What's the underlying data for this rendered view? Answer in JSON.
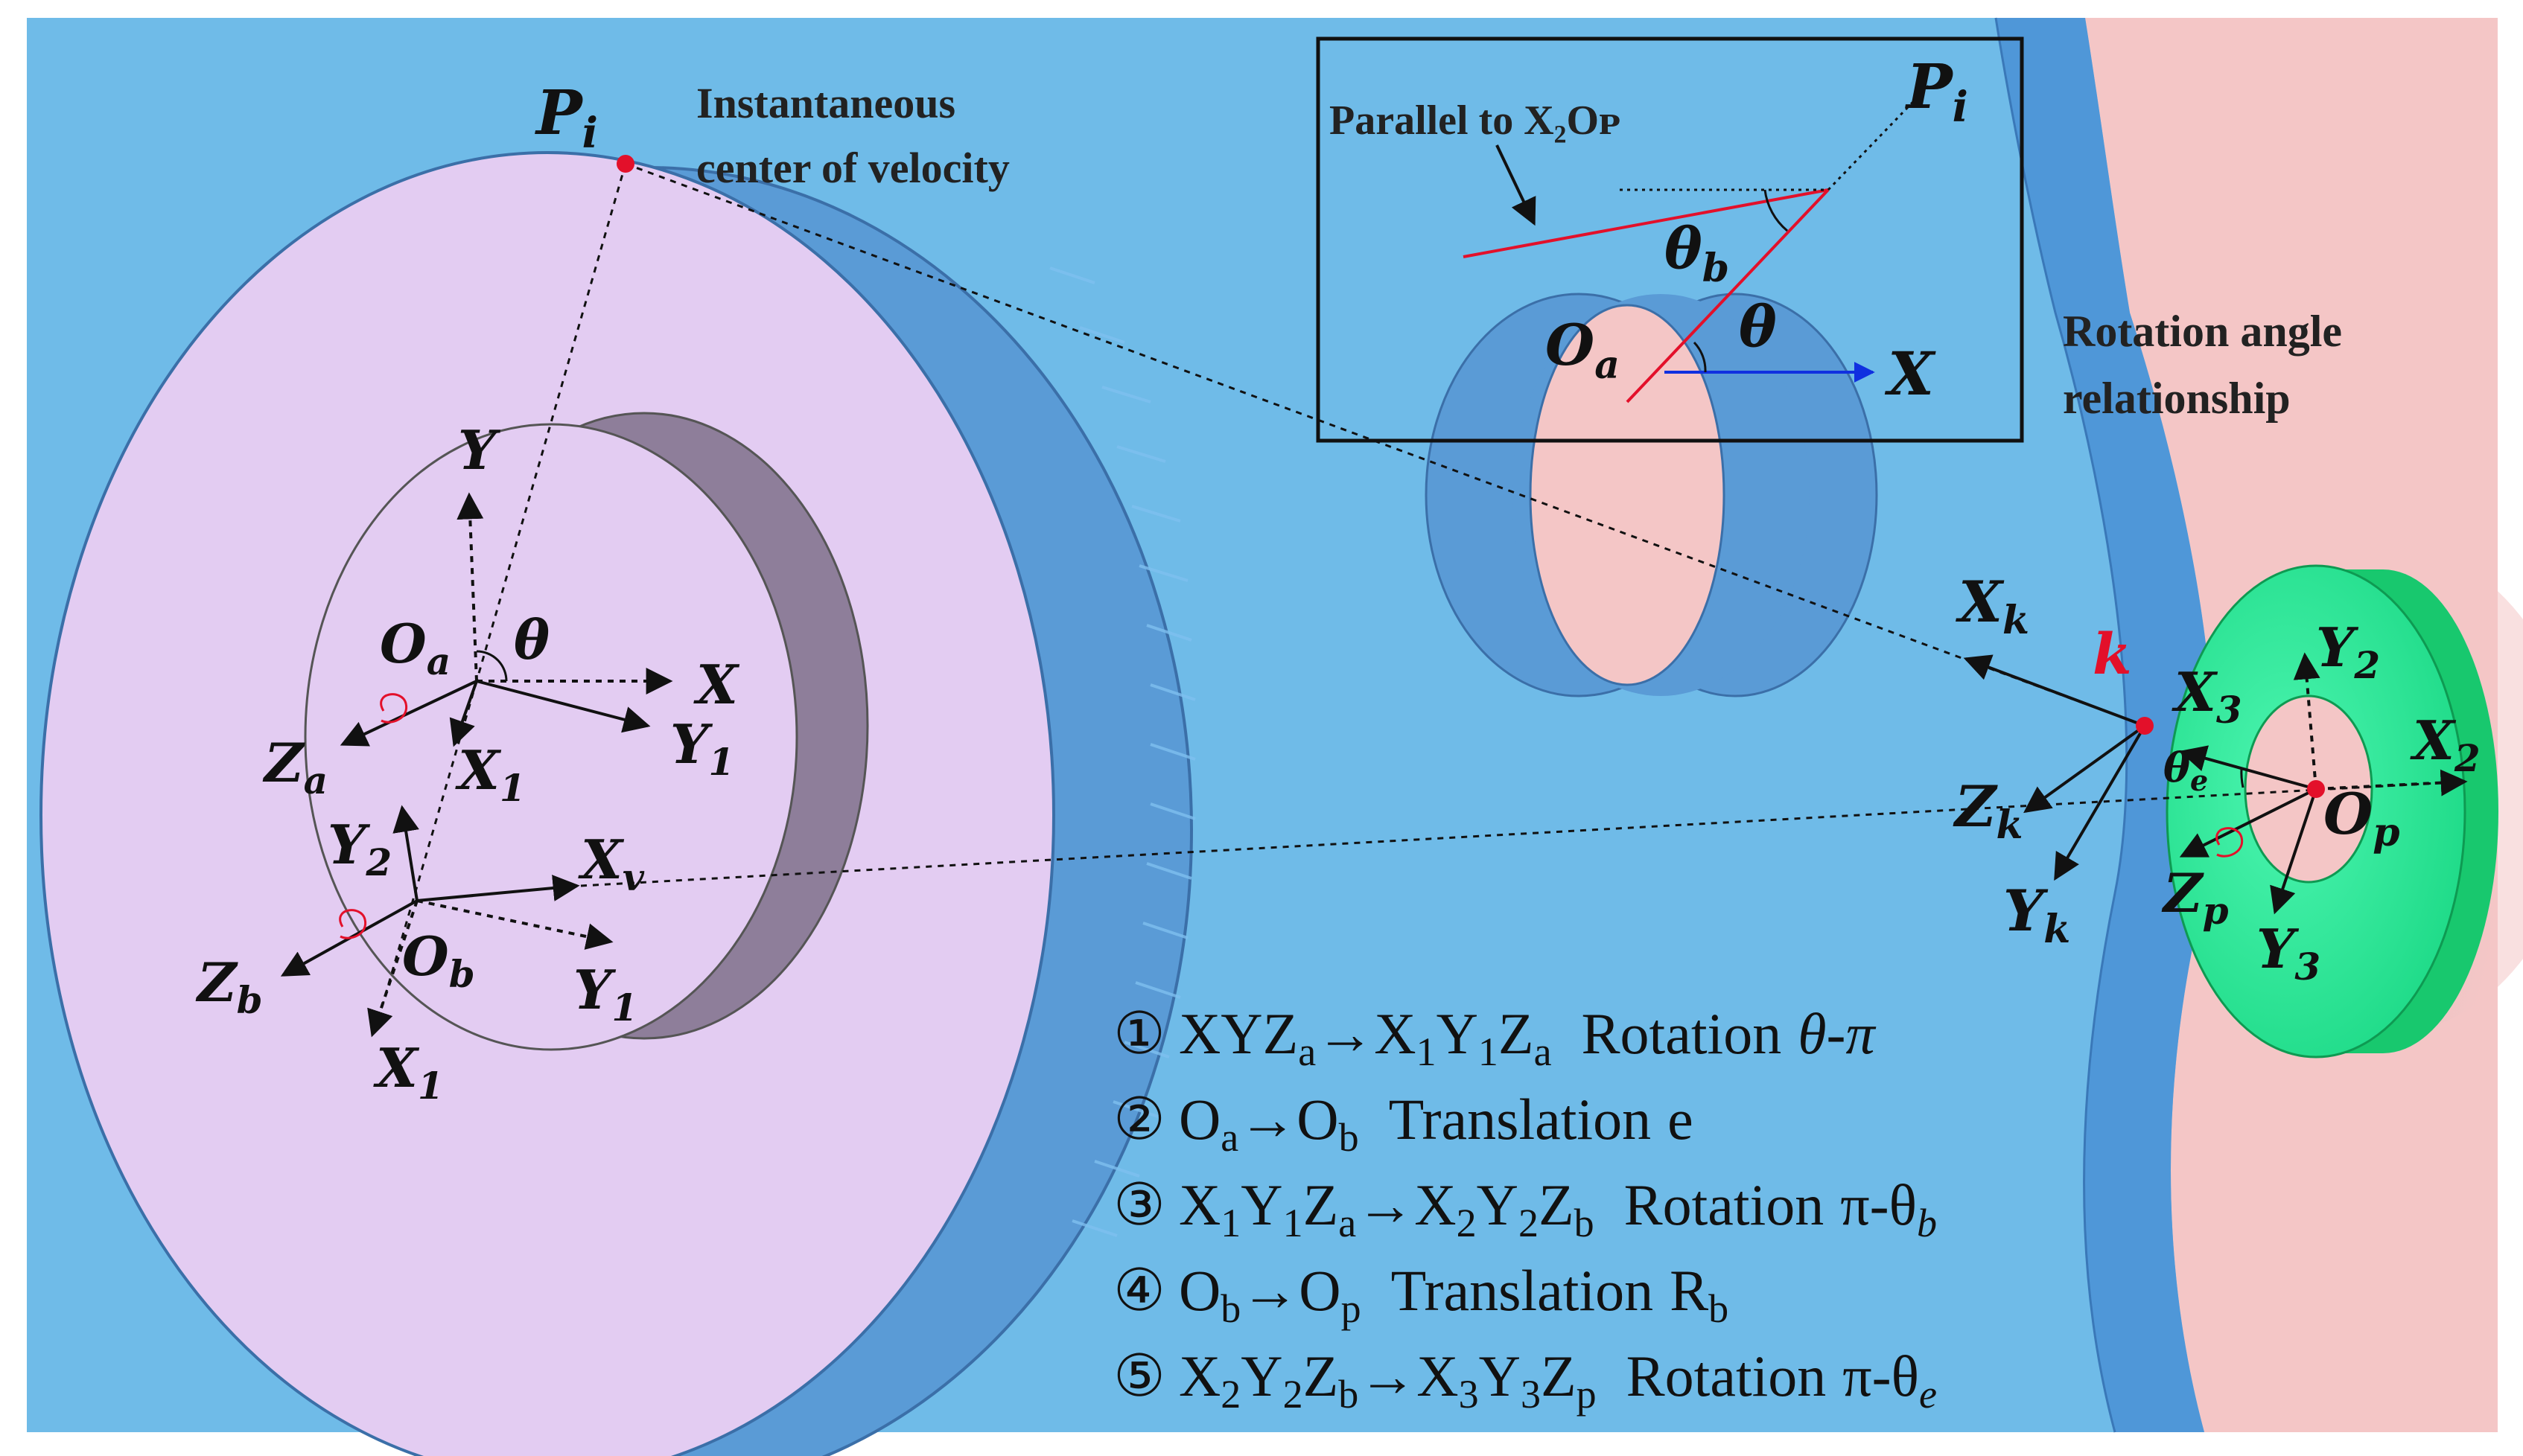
{
  "labels": {
    "pi_main": "P",
    "pi_main_sub": "i",
    "instantaneous_line1": "Instantaneous",
    "instantaneous_line2": "center of velocity",
    "parallel_note": "Parallel to X₂Oᴘ",
    "pi_inset": "P",
    "pi_inset_sub": "i",
    "theta_b": "θ",
    "theta_b_sub": "b",
    "oa_inset": "O",
    "oa_inset_sub": "a",
    "theta_inset": "θ",
    "x_inset": "X",
    "rotation_line1": "Rotation angle",
    "rotation_line2": "relationship",
    "y_axis": "Y",
    "oa": "O",
    "oa_sub": "a",
    "theta_main": "θ",
    "x_axis": "X",
    "y1_upper": "Y",
    "y1_upper_sub": "1",
    "za": "Z",
    "za_sub": "a",
    "x1_upper": "X",
    "x1_upper_sub": "1",
    "y2_left": "Y",
    "y2_left_sub": "2",
    "xv": "X",
    "xv_sub": "v",
    "zb": "Z",
    "zb_sub": "b",
    "ob": "O",
    "ob_sub": "b",
    "y1_lower": "Y",
    "y1_lower_sub": "1",
    "x1_lower": "X",
    "x1_lower_sub": "1",
    "xk": "X",
    "xk_sub": "k",
    "k_point": "k",
    "zk": "Z",
    "zk_sub": "k",
    "yk": "Y",
    "yk_sub": "k",
    "x3": "X",
    "x3_sub": "3",
    "y2_right": "Y",
    "y2_right_sub": "2",
    "x2_right": "X",
    "x2_right_sub": "2",
    "theta_e": "θ",
    "theta_e_sub": "e",
    "op": "O",
    "op_sub": "p",
    "zp": "Z",
    "zp_sub": "p",
    "y3": "Y",
    "y3_sub": "3"
  },
  "steps": [
    {
      "num": "①",
      "a": "XYZ",
      "a_sub": "a",
      "arrow": "→",
      "b": "X",
      "b_s1": "1",
      "b2": "Y",
      "b_s2": "1",
      "b3": "Z",
      "b_s3": "a",
      "op": "Rotation",
      "val": "θ-π"
    },
    {
      "num": "②",
      "a": "O",
      "a_sub": "a",
      "arrow": "→",
      "b": "O",
      "b_s1": "b",
      "op": "Translation",
      "val": "e"
    },
    {
      "num": "③",
      "a": "X",
      "a_s1": "1",
      "a2": "Y",
      "a_s2": "1",
      "a3": "Z",
      "a_s3": "a",
      "arrow": "→",
      "b": "X",
      "b_s1": "2",
      "b2": "Y",
      "b_s2": "2",
      "b3": "Z",
      "b_s3": "b",
      "op": "Rotation",
      "val": "π-θ",
      "val_sub": "b"
    },
    {
      "num": "④",
      "a": "O",
      "a_sub": "b",
      "arrow": "→",
      "b": "O",
      "b_s1": "p",
      "op": "Translation",
      "val": "R",
      "val_sub": "b"
    },
    {
      "num": "⑤",
      "a": "X",
      "a_s1": "2",
      "a2": "Y",
      "a_s2": "2",
      "a3": "Z",
      "a_s3": "b",
      "arrow": "→",
      "b": "X",
      "b_s1": "3",
      "b2": "Y",
      "b_s2": "3",
      "b3": "Z",
      "b_s3": "p",
      "op": "Rotation",
      "val": "π-θ",
      "val_sub": "e"
    }
  ],
  "colors": {
    "background": "#6fbbe8",
    "band": "#4f97d8",
    "pink_region": "#f4c6c6",
    "disc_face": "#e3ccf2",
    "disc_inner": "#8e7e9a",
    "disc_edge": "#5a9bd6",
    "green_face": "#2ef0a0",
    "green_side": "#18c86e",
    "red": "#e3102a",
    "blue_arrow": "#1030e0"
  }
}
